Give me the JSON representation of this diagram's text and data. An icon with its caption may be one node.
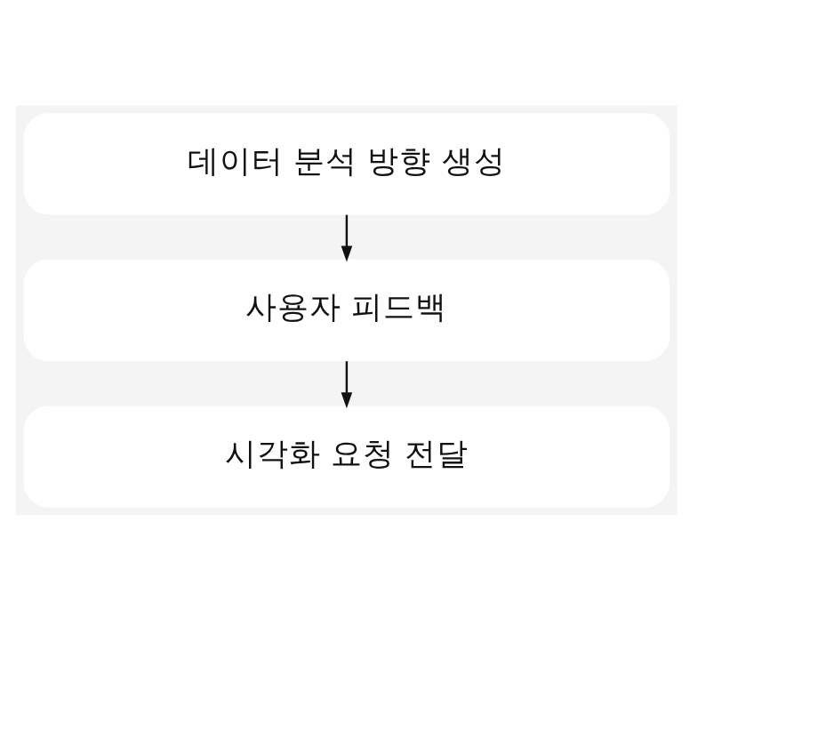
{
  "diagram": {
    "nodes": [
      {
        "text": [
          "데이터 분석 방향 생성"
        ]
      },
      {
        "text": [
          "사용자 피드백"
        ]
      },
      {
        "text": [
          "시각화 요청 전달"
        ]
      }
    ],
    "edges": [
      {
        "from": 0,
        "to": 1,
        "arrow": "to"
      },
      {
        "from": 1,
        "to": 2,
        "arrow": "to"
      }
    ]
  }
}
